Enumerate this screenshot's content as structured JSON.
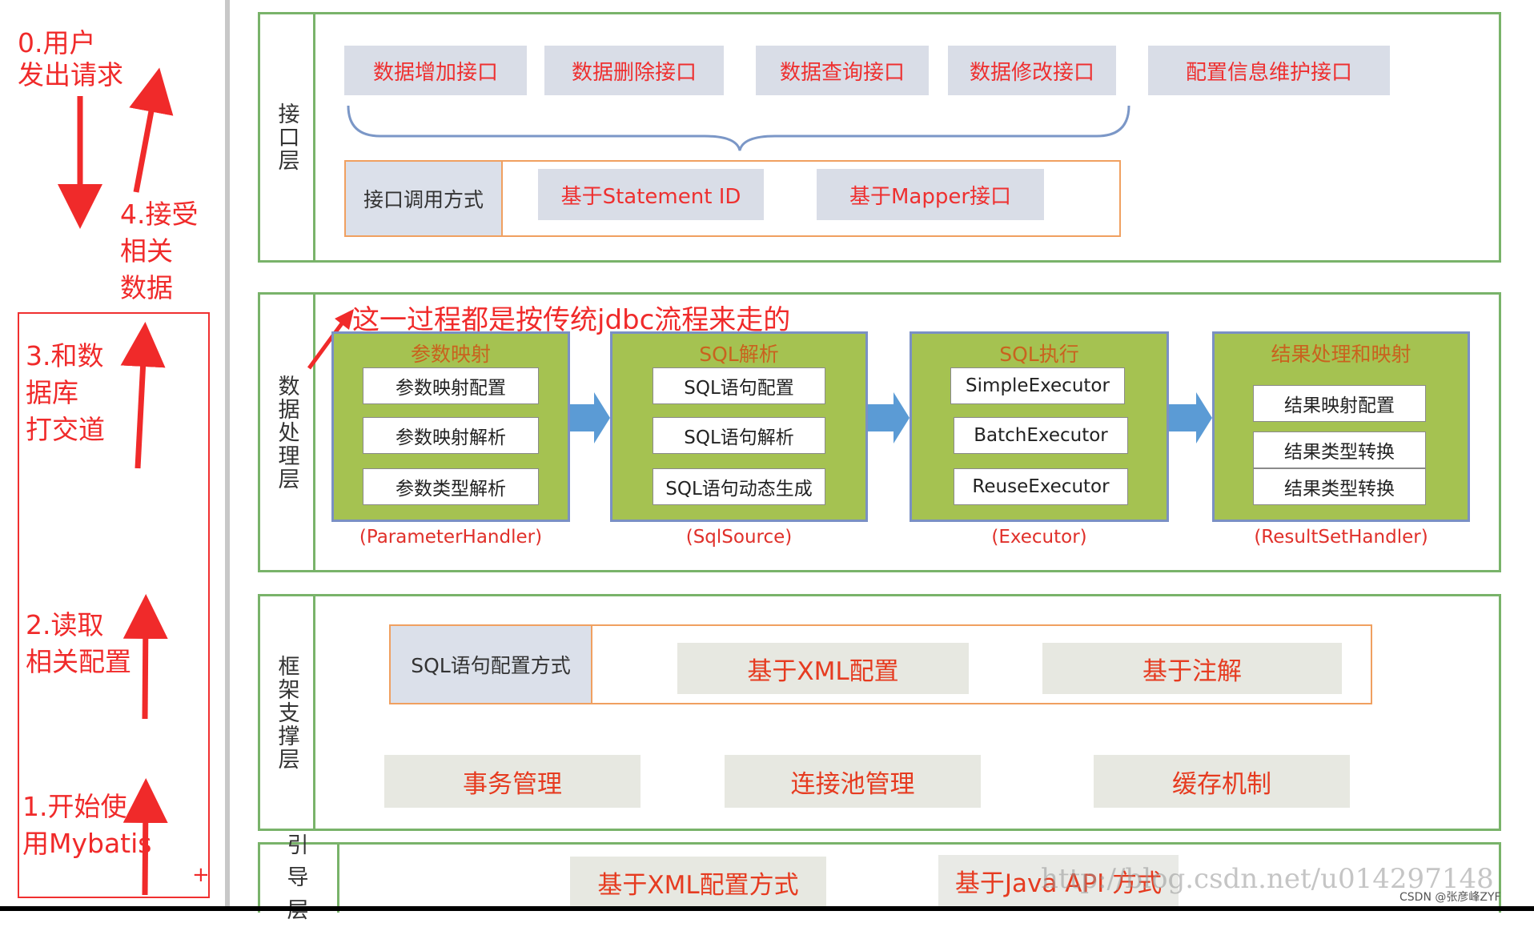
{
  "left_steps": {
    "step0": "0.用户\n发出请求",
    "step4": "4.接受\n相关\n数据",
    "step3": "3.和数\n据库\n打交道",
    "step2": "2.读取\n相关配置",
    "step1": "1.开始使\n用Mybatis",
    "plus": "+"
  },
  "interface_layer": {
    "label": "接口层",
    "apis": [
      "数据增加接口",
      "数据删除接口",
      "数据查询接口",
      "数据修改接口",
      "配置信息维护接口"
    ],
    "call_label": "接口调用方式",
    "call_methods": [
      "基于Statement ID",
      "基于Mapper接口"
    ]
  },
  "data_layer": {
    "label": "数据处理层",
    "annotation": "这一过程都是按传统jdbc流程来走的",
    "stages": [
      {
        "title": "参数映射",
        "items": [
          "参数映射配置",
          "参数映射解析",
          "参数类型解析"
        ],
        "handler": "(ParameterHandler)"
      },
      {
        "title": "SQL解析",
        "items": [
          "SQL语句配置",
          "SQL语句解析",
          "SQL语句动态生成"
        ],
        "handler": "(SqlSource)"
      },
      {
        "title": "SQL执行",
        "items": [
          "SimpleExecutor",
          "BatchExecutor",
          "ReuseExecutor"
        ],
        "handler": "(Executor)"
      },
      {
        "title": "结果处理和映射",
        "items": [
          "结果映射配置",
          "结果类型转换",
          "结果类型转换"
        ],
        "handler": "(ResultSetHandler)"
      }
    ]
  },
  "framework_layer": {
    "label": "框架支撑层",
    "sql_config_label": "SQL语句配置方式",
    "sql_config_options": [
      "基于XML配置",
      "基于注解"
    ],
    "supports": [
      "事务管理",
      "连接池管理",
      "缓存机制"
    ]
  },
  "boot_layer": {
    "label": "引导层",
    "options": [
      "基于XML配置方式",
      "基于Java API 方式"
    ]
  },
  "watermark": "http://blog.csdn.net/u014297148",
  "credit": "CSDN @张彦峰ZYF",
  "colors": {
    "layer_border": "#79b36a",
    "accent_red": "#f02a2a",
    "stage_fill": "#a5c251",
    "arrow_blue": "#5b9bd5"
  }
}
